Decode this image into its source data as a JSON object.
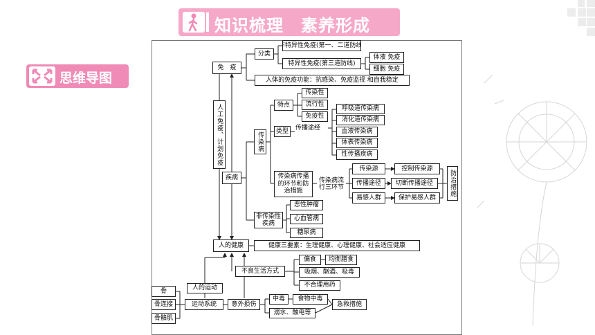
{
  "header": {
    "title": "知识梳理　素养形成"
  },
  "section_tag": {
    "label": "思维导图"
  },
  "map": {
    "immunity": "免　疫",
    "classification": "分类",
    "nonspecific": "非特异性免疫(第一、二道防线)",
    "specific": "特异性免疫(第三道防线)",
    "humoral": "体液 免疫",
    "cellular": "细胞 免疫",
    "immune_functions": "人体的免疫功能：抗感染、免疫监视 和自我稳定",
    "artificial_immunity": "人工免疫、计划免疫",
    "disease": "疾病",
    "infectious": "传染病",
    "features": "特点",
    "contagious": "传染性",
    "epidemic": "流行性",
    "immunogenic": "免疫性",
    "types": "类型",
    "transmission_route": "传播途经",
    "respiratory": "呼吸道传染病",
    "digestive": "消化道传染病",
    "blood": "血液传染病",
    "body_surface": "体表传染病",
    "sexual": "性传播疾病",
    "links_prevention": "传染病传播的环节和防治措施",
    "three_links": "传染病流行三环节",
    "source": "传染源",
    "route": "传播途径",
    "susceptible": "易感人群",
    "control_source": "控制传染源",
    "cut_route": "切断传播途径",
    "protect": "保护易感人群",
    "measures": "防治措施",
    "noninfectious": "非传染性疾病",
    "tumor": "恶性肿瘤",
    "cardio": "心血管病",
    "diabetes": "糖尿病",
    "health": "人的健康",
    "health_elements": "健康三要素：生理健康、心理健康、社会适应健康",
    "bad_habits": "不良生活方式",
    "picky": "偏食",
    "balanced_diet": "均衡膳食",
    "smoking": "吸烟、酗酒、吸毒",
    "drugs": "不合理用药",
    "bone": "骨",
    "joint": "骨连接",
    "muscle": "骨骼肌",
    "human_movement": "人的运动",
    "motor_system": "运动系统",
    "accident": "意外损伤",
    "poisoning": "中毒",
    "food_poisoning": "食物中毒",
    "first_aid": "急救措施",
    "drowning": "溺水、触电等"
  }
}
